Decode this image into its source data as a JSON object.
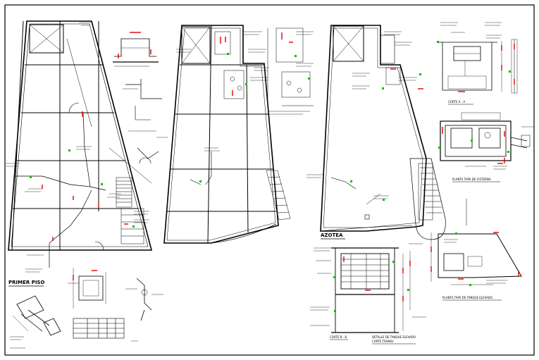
{
  "sheet": {
    "background": "#ffffff",
    "line_color": "#000000",
    "accent_red": "#e00000",
    "accent_green": "#00c000"
  },
  "labels": {
    "primer_piso": "PRIMER PISO",
    "azotea": "AZOTEA",
    "corte_aa": "CORTE A - A",
    "planta_cisterna": "PLANTA TAPA DE CISTERNA",
    "planta_tanque": "PLANTA TAPA DE TANQUE ELEVADO",
    "corte_bb": "CORTE B - B",
    "detalle_tanque": "DETALLE DE TANQUE ELEVADO",
    "detalle_sub": "CORTE TRANSV"
  }
}
